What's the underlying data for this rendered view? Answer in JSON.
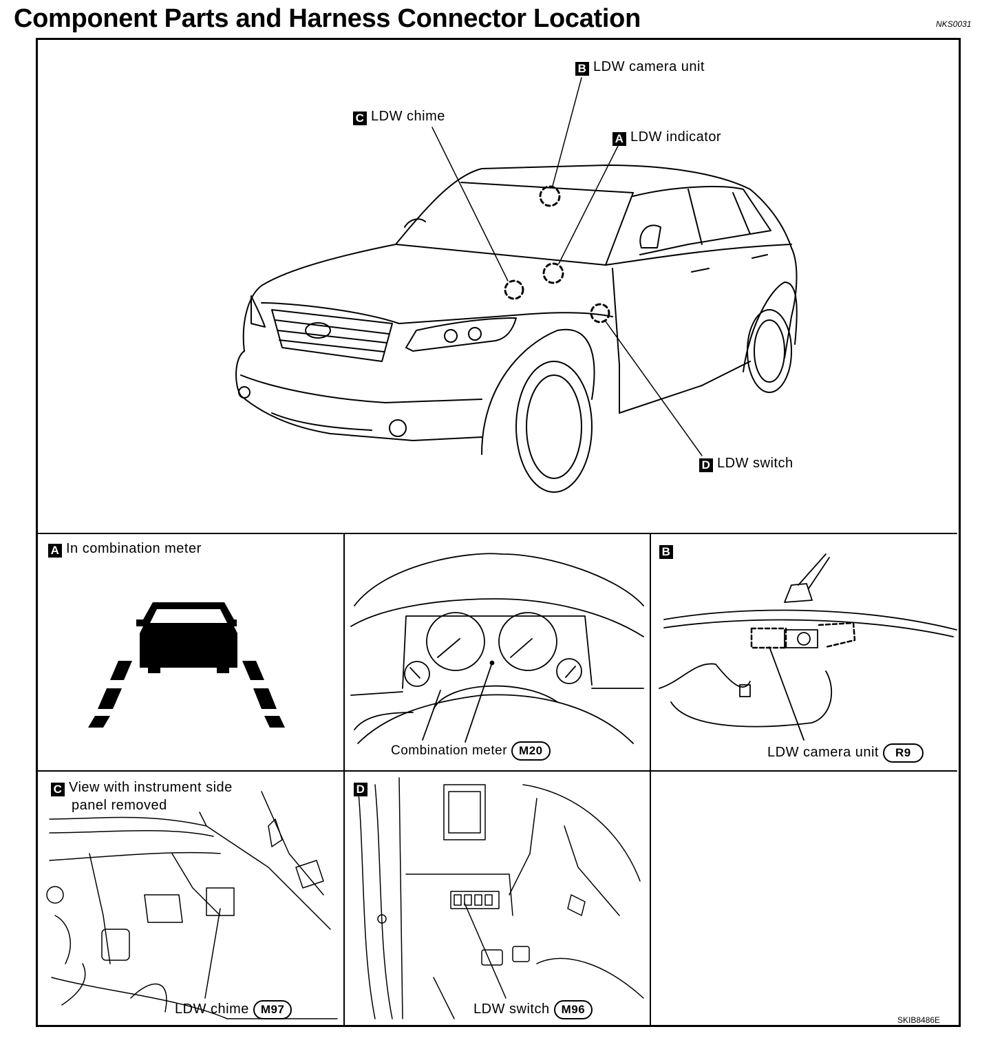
{
  "title": "Component Parts and Harness Connector Location",
  "section_code": "NKS0031",
  "figure_ref": "SKIB8486E",
  "overview_labels": [
    {
      "letter": "B",
      "text": "LDW camera unit"
    },
    {
      "letter": "C",
      "text": "LDW chime"
    },
    {
      "letter": "A",
      "text": "LDW indicator"
    },
    {
      "letter": "D",
      "text": "LDW switch"
    }
  ],
  "panels": {
    "a": {
      "letter": "A",
      "caption": "In combination meter"
    },
    "meter": {
      "label": "Combination meter",
      "connector": "M20"
    },
    "b": {
      "letter": "B",
      "label": "LDW camera unit",
      "connector": "R9"
    },
    "c": {
      "letter": "C",
      "caption_line1": "View with instrument side",
      "caption_line2": "panel removed",
      "label": "LDW chime",
      "connector": "M97"
    },
    "d": {
      "letter": "D",
      "label": "LDW switch",
      "connector": "M96"
    }
  }
}
